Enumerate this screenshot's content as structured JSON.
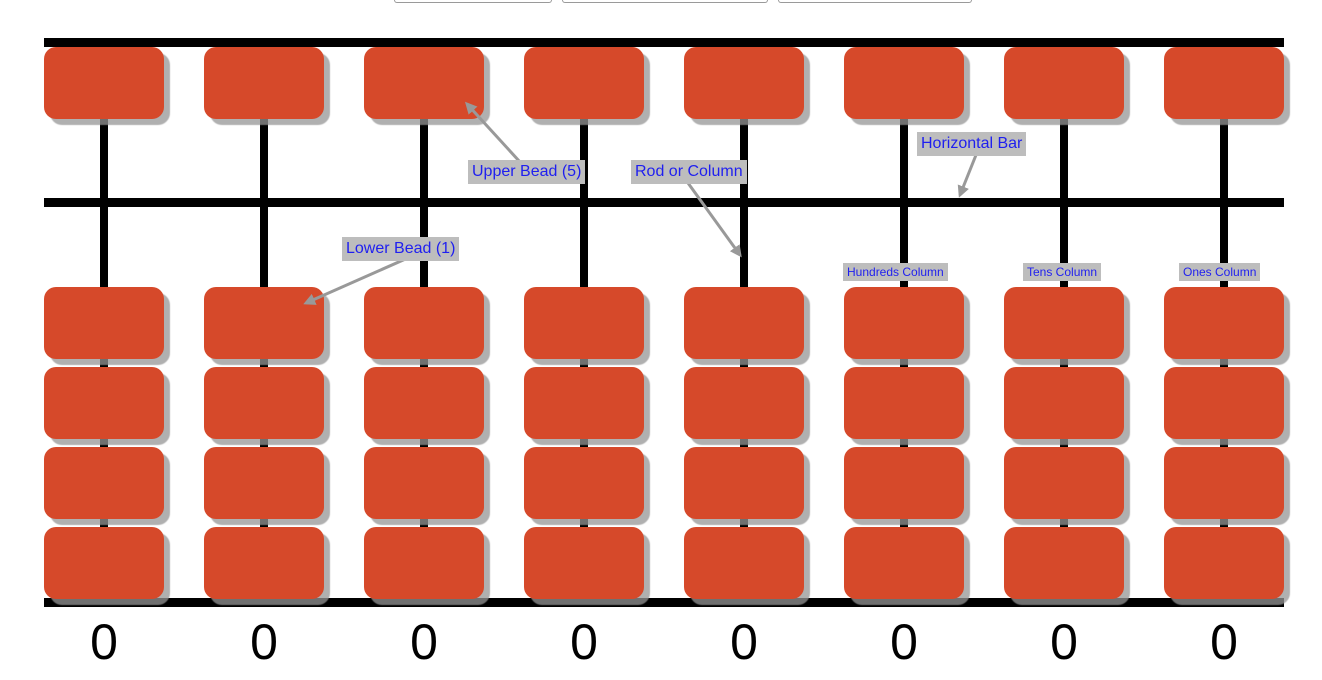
{
  "toolbar": {
    "buttons": [
      {
        "name": "toolbar-button-1"
      },
      {
        "name": "toolbar-button-2"
      },
      {
        "name": "toolbar-button-3"
      }
    ]
  },
  "colors": {
    "bead": "#d6492a",
    "frame": "#000000",
    "callout_bg": "#bdbdbd",
    "callout_text": "#1f1ff0",
    "arrow": "#999999"
  },
  "abacus": {
    "columns": [
      {
        "upper_beads_active": 0,
        "lower_beads_active": 0,
        "value": "0"
      },
      {
        "upper_beads_active": 0,
        "lower_beads_active": 0,
        "value": "0"
      },
      {
        "upper_beads_active": 0,
        "lower_beads_active": 0,
        "value": "0"
      },
      {
        "upper_beads_active": 0,
        "lower_beads_active": 0,
        "value": "0"
      },
      {
        "upper_beads_active": 0,
        "lower_beads_active": 0,
        "value": "0"
      },
      {
        "upper_beads_active": 0,
        "lower_beads_active": 0,
        "value": "0"
      },
      {
        "upper_beads_active": 0,
        "lower_beads_active": 0,
        "value": "0"
      },
      {
        "upper_beads_active": 0,
        "lower_beads_active": 0,
        "value": "0"
      }
    ],
    "upper_beads_per_column": 1,
    "lower_beads_per_column": 4
  },
  "labels": {
    "upper_bead": "Upper Bead (5)",
    "rod": "Rod or Column",
    "horizontal_bar": "Horizontal Bar",
    "lower_bead": "Lower Bead (1)",
    "hundreds": "Hundreds Column",
    "tens": "Tens Column",
    "ones": "Ones Column"
  }
}
